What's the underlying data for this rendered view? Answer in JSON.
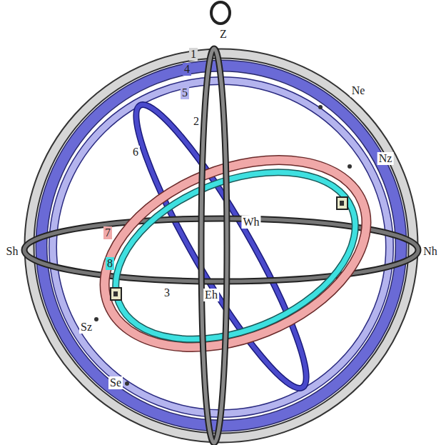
{
  "diagram": {
    "labels": [
      "Z",
      "1",
      "4",
      "5",
      "Ne",
      "2",
      "Nz",
      "6",
      "Wh",
      "Sh",
      "Nh",
      "7",
      "8",
      "3",
      "Eh",
      "Sz",
      "Se"
    ]
  }
}
